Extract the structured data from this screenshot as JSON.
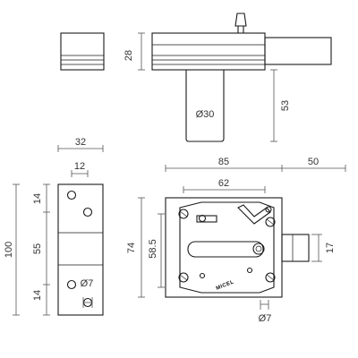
{
  "dimensions": {
    "top_height": "28",
    "knob_diameter": "Ø30",
    "knob_depth": "53",
    "side_width": "32",
    "side_hole_spacing": "12",
    "side_height": "100",
    "side_upper": "14",
    "side_middle": "55",
    "side_lower": "14",
    "side_hole_diameter": "Ø7",
    "body_width": "85",
    "bolt_extension": "50",
    "hole_spacing": "62",
    "body_height": "74",
    "plate_height": "58.5",
    "bolt_height": "17",
    "front_hole_diameter": "Ø7"
  },
  "brand": "MICEL"
}
